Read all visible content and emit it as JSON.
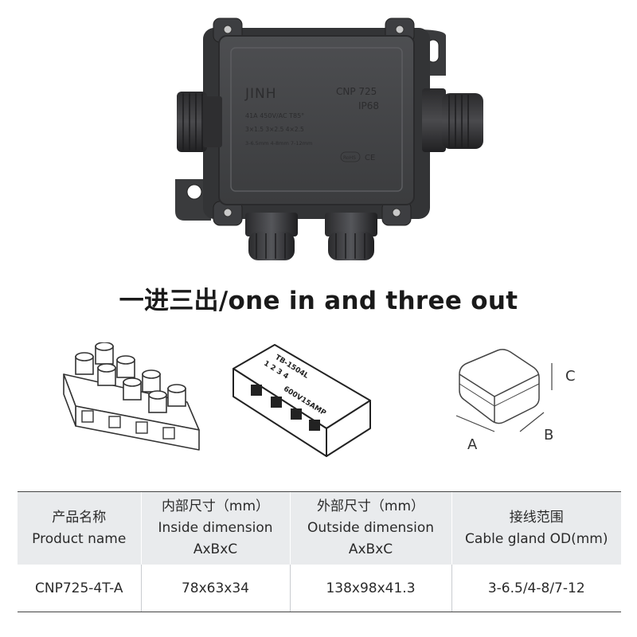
{
  "hero": {
    "brand": "JINH",
    "model": "CNP 725",
    "rating": "IP68",
    "spec_line1": "41A  450V/AC  T85°",
    "spec_line2": "3×1.5  3×2.5  4×2.5",
    "spec_line3": "3-6.5mm 4-8mm 7-12mm",
    "rohs": "RoHS",
    "ce": "CE"
  },
  "headline": "一进三出/one in and three out",
  "terminal_block": {
    "label_model": "TB-1504L",
    "label_numbers": "1  2  3  4",
    "label_rating": "600V15AMP"
  },
  "dimension_box": {
    "label_a": "A",
    "label_b": "B",
    "label_c": "C"
  },
  "table": {
    "headers": [
      {
        "cn": "产品名称",
        "en": "Product name",
        "sub": ""
      },
      {
        "cn": "内部尺寸（mm）",
        "en": "Inside dimension",
        "sub": "AxBxC"
      },
      {
        "cn": "外部尺寸（mm）",
        "en": "Outside dimension",
        "sub": "AxBxC"
      },
      {
        "cn": "接线范围",
        "en": "Cable gland OD(mm)",
        "sub": ""
      }
    ],
    "row": [
      "CNP725-4T-A",
      "78x63x34",
      "138x98x41.3",
      "3-6.5/4-8/7-12"
    ]
  },
  "colors": {
    "box_body": "#3a3b3d",
    "box_lid": "#46474a",
    "table_header_bg": "#e9ebed"
  }
}
